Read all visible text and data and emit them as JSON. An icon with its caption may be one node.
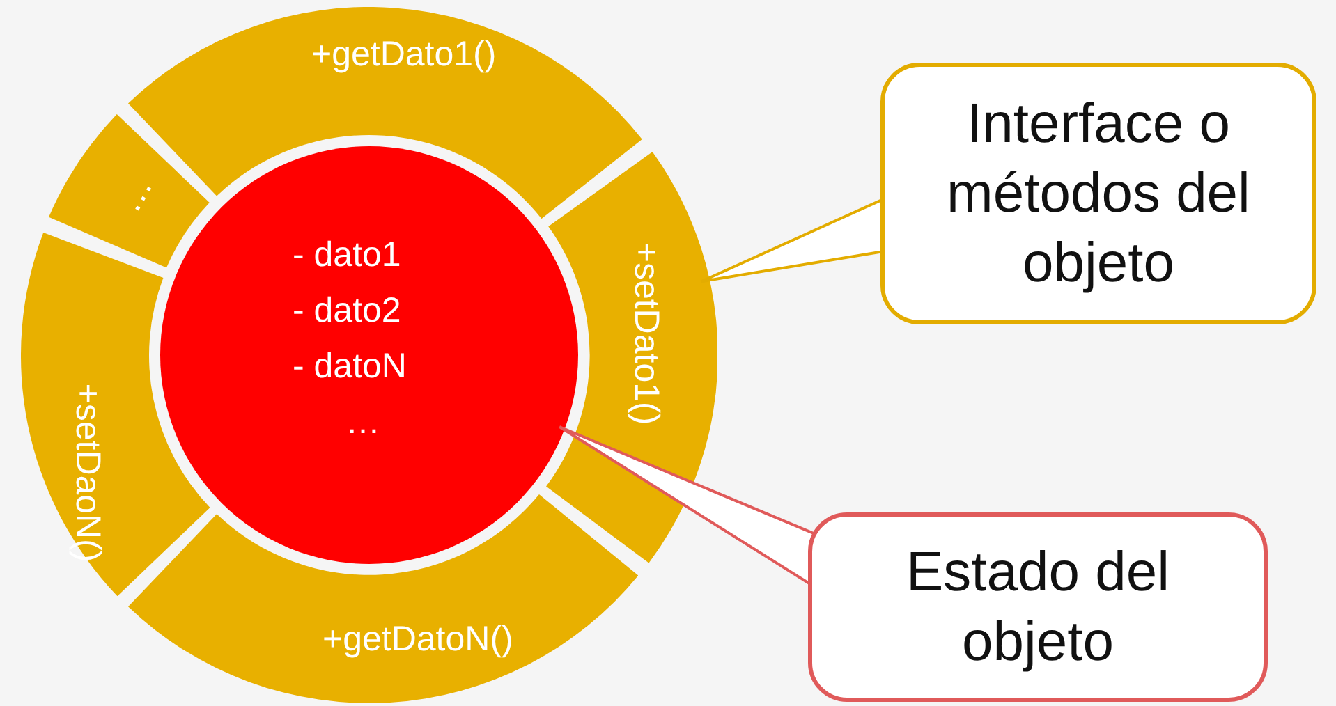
{
  "diagram": {
    "nodes": [
      {
        "text": [
          "+getDato1()"
        ]
      },
      {
        "text": [
          "…"
        ]
      },
      {
        "text": [
          "+setDato1()"
        ]
      },
      {
        "text": [
          "+setDaoN()"
        ]
      },
      {
        "text": [
          "+getDatoN()"
        ]
      },
      {
        "text": [
          "- dato1",
          "- dato2",
          "- datoN",
          "…"
        ]
      },
      {
        "text": [
          "Interface o métodos del objeto"
        ]
      },
      {
        "text": [
          "Estado del objeto"
        ]
      }
    ],
    "edges": [
      {
        "from": 6,
        "to": 2,
        "arrow": "none"
      },
      {
        "from": 7,
        "to": 5,
        "arrow": "none"
      }
    ]
  }
}
